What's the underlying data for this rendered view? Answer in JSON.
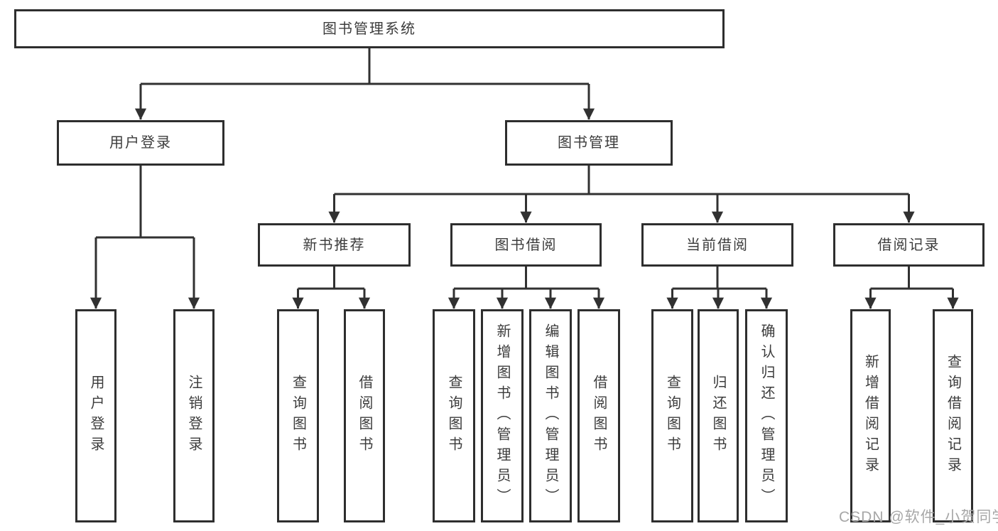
{
  "diagram": {
    "type": "hierarchy-tree",
    "title": "图书管理系统",
    "nodes": [
      {
        "id": "root",
        "label": "图书管理系统",
        "level": 1,
        "parent": null,
        "orientation": "horizontal"
      },
      {
        "id": "user_login",
        "label": "用户登录",
        "level": 2,
        "parent": "root",
        "orientation": "horizontal"
      },
      {
        "id": "book_mgmt",
        "label": "图书管理",
        "level": 2,
        "parent": "root",
        "orientation": "horizontal"
      },
      {
        "id": "new_book",
        "label": "新书推荐",
        "level": 3,
        "parent": "book_mgmt",
        "orientation": "horizontal"
      },
      {
        "id": "book_borrow",
        "label": "图书借阅",
        "level": 3,
        "parent": "book_mgmt",
        "orientation": "horizontal"
      },
      {
        "id": "current_borrow",
        "label": "当前借阅",
        "level": 3,
        "parent": "book_mgmt",
        "orientation": "horizontal"
      },
      {
        "id": "borrow_record",
        "label": "借阅记录",
        "level": 3,
        "parent": "book_mgmt",
        "orientation": "horizontal"
      },
      {
        "id": "v_user_login",
        "label": "用户登录",
        "level": 4,
        "parent": "user_login",
        "orientation": "vertical"
      },
      {
        "id": "v_logout",
        "label": "注销登录",
        "level": 4,
        "parent": "user_login",
        "orientation": "vertical"
      },
      {
        "id": "v_query_book_1",
        "label": "查询图书",
        "level": 4,
        "parent": "new_book",
        "orientation": "vertical"
      },
      {
        "id": "v_borrow_book_1",
        "label": "借阅图书",
        "level": 4,
        "parent": "new_book",
        "orientation": "vertical"
      },
      {
        "id": "v_query_book_2",
        "label": "查询图书",
        "level": 4,
        "parent": "book_borrow",
        "orientation": "vertical"
      },
      {
        "id": "v_add_book",
        "label": "新增图书（管理员）",
        "level": 4,
        "parent": "book_borrow",
        "orientation": "vertical"
      },
      {
        "id": "v_edit_book",
        "label": "编辑图书（管理员）",
        "level": 4,
        "parent": "book_borrow",
        "orientation": "vertical"
      },
      {
        "id": "v_borrow_book_2",
        "label": "借阅图书",
        "level": 4,
        "parent": "book_borrow",
        "orientation": "vertical"
      },
      {
        "id": "v_query_book_3",
        "label": "查询图书",
        "level": 4,
        "parent": "current_borrow",
        "orientation": "vertical"
      },
      {
        "id": "v_return_book",
        "label": "归还图书",
        "level": 4,
        "parent": "current_borrow",
        "orientation": "vertical"
      },
      {
        "id": "v_confirm_return",
        "label": "确认归还（管理员）",
        "level": 4,
        "parent": "current_borrow",
        "orientation": "vertical"
      },
      {
        "id": "v_add_record",
        "label": "新增借阅记录",
        "level": 4,
        "parent": "borrow_record",
        "orientation": "vertical"
      },
      {
        "id": "v_query_record",
        "label": "查询借阅记录",
        "level": 4,
        "parent": "borrow_record",
        "orientation": "vertical"
      }
    ],
    "colors": {
      "line": "#313131",
      "box_border": "#2e2e2e",
      "box_fill": "#ffffff",
      "text": "#3c3c3c",
      "watermark": "#a7a7a7",
      "background": "#ffffff"
    }
  },
  "watermark": {
    "text": "CSDN @软件_小贺同学"
  }
}
